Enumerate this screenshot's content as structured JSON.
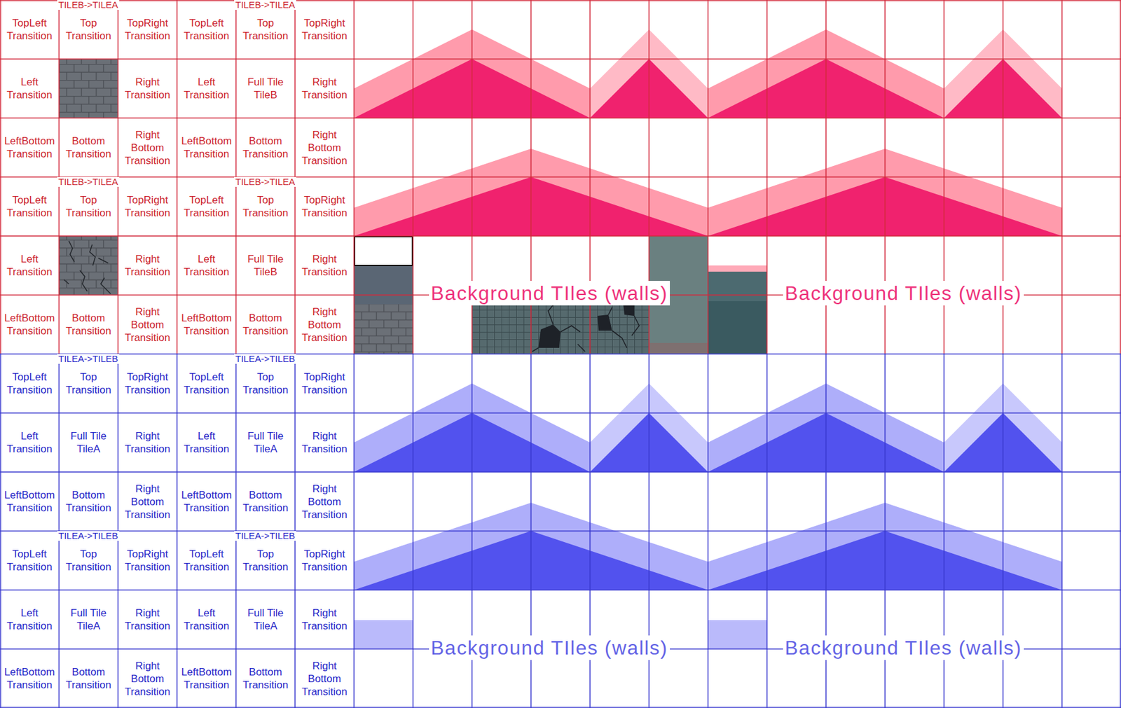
{
  "diagram": {
    "nodes": [
      {
        "text": [
          "TopLeft Transition"
        ]
      },
      {
        "text": [
          "Top Transition"
        ]
      },
      {
        "text": [
          "TopRight Transition"
        ]
      },
      {
        "text": [
          "TopLeft Transition"
        ]
      },
      {
        "text": [
          "Top Transition"
        ]
      },
      {
        "text": [
          "TopRight Transition"
        ]
      },
      {
        "text": [
          "Left Transition"
        ]
      },
      {
        "text": [
          "Right Transition"
        ]
      },
      {
        "text": [
          "Left Transition"
        ]
      },
      {
        "text": [
          "Full Tile TileB"
        ]
      },
      {
        "text": [
          "Right Transition"
        ]
      },
      {
        "text": [
          "LeftBottom Transition"
        ]
      },
      {
        "text": [
          "Bottom Transition"
        ]
      },
      {
        "text": [
          "Right Bottom Transition"
        ]
      },
      {
        "text": [
          "LeftBottom Transition"
        ]
      },
      {
        "text": [
          "Bottom Transition"
        ]
      },
      {
        "text": [
          "Right Bottom Transition"
        ]
      },
      {
        "text": [
          "TopLeft Transition"
        ]
      },
      {
        "text": [
          "Top Transition"
        ]
      },
      {
        "text": [
          "TopRight Transition"
        ]
      },
      {
        "text": [
          "TopLeft Transition"
        ]
      },
      {
        "text": [
          "Top Transition"
        ]
      },
      {
        "text": [
          "TopRight Transition"
        ]
      },
      {
        "text": [
          "Left Transition"
        ]
      },
      {
        "text": [
          "Right Transition"
        ]
      },
      {
        "text": [
          "Left Transition"
        ]
      },
      {
        "text": [
          "Full Tile TileB"
        ]
      },
      {
        "text": [
          "Right Transition"
        ]
      },
      {
        "text": [
          "LeftBottom Transition"
        ]
      },
      {
        "text": [
          "Bottom Transition"
        ]
      },
      {
        "text": [
          "Right Bottom Transition"
        ]
      },
      {
        "text": [
          "LeftBottom Transition"
        ]
      },
      {
        "text": [
          "Bottom Transition"
        ]
      },
      {
        "text": [
          "Right Bottom Transition"
        ]
      },
      {
        "text": [
          "TopLeft Transition"
        ]
      },
      {
        "text": [
          "Top Transition"
        ]
      },
      {
        "text": [
          "TopRight Transition"
        ]
      },
      {
        "text": [
          "TopLeft Transition"
        ]
      },
      {
        "text": [
          "Top Transition"
        ]
      },
      {
        "text": [
          "TopRight Transition"
        ]
      },
      {
        "text": [
          "Left Transition"
        ]
      },
      {
        "text": [
          "Full Tile TileA"
        ]
      },
      {
        "text": [
          "Right Transition"
        ]
      },
      {
        "text": [
          "Left Transition"
        ]
      },
      {
        "text": [
          "Full Tile TileA"
        ]
      },
      {
        "text": [
          "Right Transition"
        ]
      },
      {
        "text": [
          "LeftBottom Transition"
        ]
      },
      {
        "text": [
          "Bottom Transition"
        ]
      },
      {
        "text": [
          "Right Bottom Transition"
        ]
      },
      {
        "text": [
          "LeftBottom Transition"
        ]
      },
      {
        "text": [
          "Bottom Transition"
        ]
      },
      {
        "text": [
          "Right Bottom Transition"
        ]
      },
      {
        "text": [
          "TopLeft Transition"
        ]
      },
      {
        "text": [
          "Top Transition"
        ]
      },
      {
        "text": [
          "TopRight Transition"
        ]
      },
      {
        "text": [
          "TopLeft Transition"
        ]
      },
      {
        "text": [
          "Top Transition"
        ]
      },
      {
        "text": [
          "TopRight Transition"
        ]
      },
      {
        "text": [
          "Left Transition"
        ]
      },
      {
        "text": [
          "Full Tile TileA"
        ]
      },
      {
        "text": [
          "Right Transition"
        ]
      },
      {
        "text": [
          "Left Transition"
        ]
      },
      {
        "text": [
          "Full Tile TileA"
        ]
      },
      {
        "text": [
          "Right Transition"
        ]
      },
      {
        "text": [
          "LeftBottom Transition"
        ]
      },
      {
        "text": [
          "Bottom Transition"
        ]
      },
      {
        "text": [
          "Right Bottom Transition"
        ]
      },
      {
        "text": [
          "LeftBottom Transition"
        ]
      },
      {
        "text": [
          "Bottom Transition"
        ]
      },
      {
        "text": [
          "Right Bottom Transition"
        ]
      }
    ],
    "labels": [
      "TILEB->TILEA",
      "TILEB->TILEA",
      "TILEB->TILEA",
      "TILEB->TILEA",
      "Background TIles (walls)",
      "Background TIles (walls)",
      "TILEA->TILEB",
      "TILEA->TILEB",
      "TILEA->TILEB",
      "TILEA->TILEB",
      "Background TIles (walls)",
      "Background TIles (walls)"
    ]
  }
}
